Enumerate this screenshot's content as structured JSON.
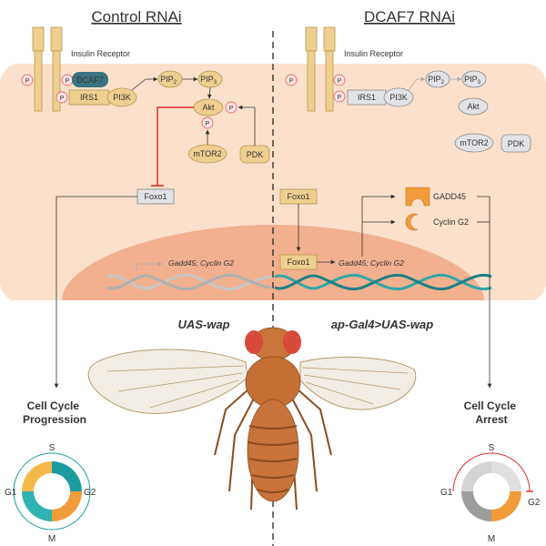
{
  "panels": {
    "left_title": "Control RNAi",
    "right_title": "DCAF7 RNAi"
  },
  "colors": {
    "cytoplasm": "#fbe1cc",
    "nucleus": "#f2b08f",
    "node_active": "#efcf8f",
    "node_inactive": "#e1e3e6",
    "dcaf7": "#3a737f",
    "inhibition": "#e32527",
    "teal": "#1a9ca0",
    "orange": "#f29b3b",
    "gray": "#9d9d9d",
    "dna_active": "#2fa7a9",
    "dna_inactive": "#c7c7c7"
  },
  "left": {
    "receptor_label": "Insulin Receptor",
    "p": "P",
    "dcaf7": "DCAF7",
    "irs1": "IRS1",
    "pi3k": "PI3K",
    "pip2": "PIP",
    "pip2_sub": "2",
    "pip3": "PIP",
    "pip3_sub": "3",
    "akt": "Akt",
    "mtor2": "mTOR2",
    "pdk": "PDK",
    "foxo1": "Foxo1",
    "genes": "Gadd45; Cyclin G2",
    "fly_label": "UAS-wap",
    "outcome": [
      "Cell Cycle",
      "Progression"
    ],
    "cycle": {
      "s": "S",
      "g1": "G1",
      "g2": "G2",
      "m": "M"
    }
  },
  "right": {
    "receptor_label": "Insulin Receptor",
    "p": "P",
    "irs1": "IRS1",
    "pi3k": "PI3K",
    "pip2": "PIP",
    "pip2_sub": "2",
    "pip3": "PIP",
    "pip3_sub": "3",
    "akt": "Akt",
    "mtor2": "mTOR2",
    "pdk": "PDK",
    "foxo1_cyto": "Foxo1",
    "foxo1_nuc": "Foxo1",
    "genes": "Gadd45; Cyclin G2",
    "gadd45": "GADD45",
    "cyclin_g2": "Cyclin G2",
    "fly_label": "ap-Gal4>UAS-wap",
    "outcome": [
      "Cell Cycle",
      "Arrest"
    ],
    "cycle": {
      "s": "S",
      "g1": "G1",
      "g2": "G2",
      "m": "M"
    }
  }
}
